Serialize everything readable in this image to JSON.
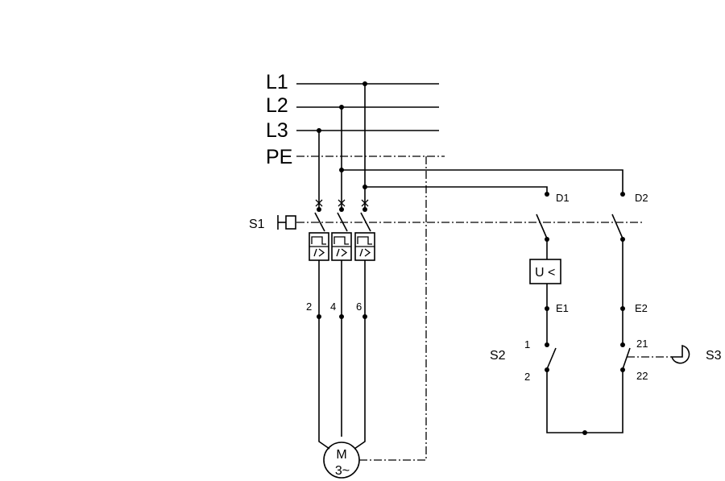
{
  "labels": {
    "l1": "L1",
    "l2": "L2",
    "l3": "L3",
    "pe": "PE",
    "s1": "S1",
    "s2": "S2",
    "s3": "S3",
    "d1": "D1",
    "d2": "D2",
    "e1": "E1",
    "e2": "E2",
    "t2": "2",
    "t4": "4",
    "t6": "6",
    "s2_top": "1",
    "s2_bot": "2",
    "s3_top": "21",
    "s3_bot": "22",
    "relay_u": "U",
    "relay_lt": "<",
    "motor_m": "M",
    "motor_phase": "3~"
  }
}
